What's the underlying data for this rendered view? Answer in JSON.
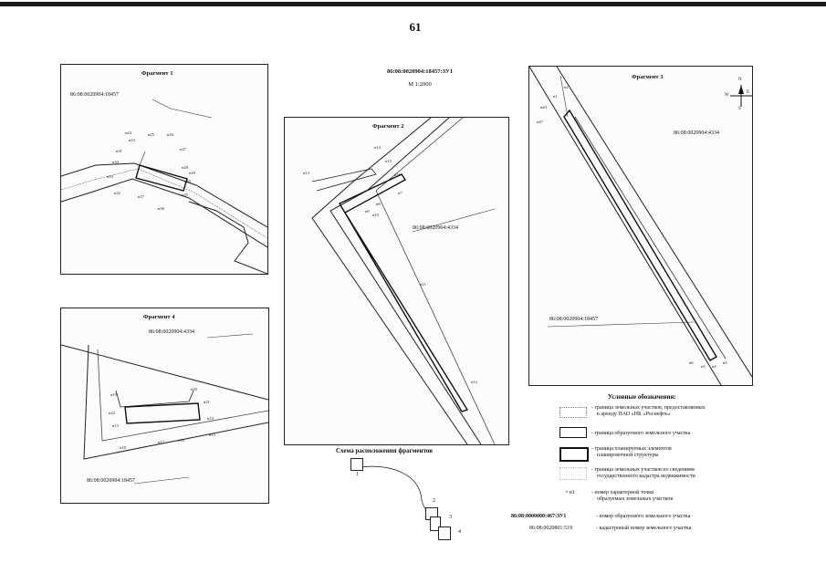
{
  "page_number": "61",
  "header": {
    "parcel_id": "86:08:0020904:18457:ЗУ1",
    "scale": "М 1:2000"
  },
  "fragments": [
    {
      "title": "Фрагмент 1",
      "cadastral": "86:08:0020904:18457",
      "points": [
        "н23",
        "н24",
        "н25",
        "н26",
        "н27",
        "н28",
        "н29",
        "н30",
        "н31",
        "н32",
        "н33",
        "н34",
        "н35",
        "н36",
        "н37"
      ]
    },
    {
      "title": "Фрагмент 2",
      "cadastral": "86:08:0020904:4334",
      "points": [
        "н10",
        "н11",
        "н12",
        "н13",
        "н14",
        "н15",
        "н16",
        "н7",
        "н8",
        "н9"
      ]
    },
    {
      "title": "Фрагмент 3",
      "cadastral_top": "86:08:0020904:4334",
      "cadastral_bottom": "86:08:0020904:18457",
      "points": [
        "н1",
        "н2",
        "н3",
        "н4",
        "н5",
        "н6",
        "н44",
        "н47"
      ],
      "compass": {
        "n": "N",
        "s": "S",
        "w": "W",
        "e": "E"
      }
    },
    {
      "title": "Фрагмент 4",
      "cadastral_top": "86:08:0020904:4334",
      "cadastral_bottom": "86:08:0020904:18457",
      "points": [
        "н19",
        "н20",
        "н21",
        "н22",
        "н13",
        "н14",
        "н15",
        "н16",
        "н17",
        "н18"
      ]
    }
  ],
  "scheme": {
    "title": "Схема расположения фрагментов",
    "labels": [
      "1",
      "2",
      "3",
      "4"
    ]
  },
  "legend": {
    "title": "Условные обозначения:",
    "items": [
      {
        "line1": "- граница земельных участков, предоставляемых",
        "line2": "в аренду ПАО «НК «Роснефть»"
      },
      {
        "line1": "- граница образуемого земельного участка",
        "line2": ""
      },
      {
        "line1": "- граница планируемых элементов",
        "line2": "планировочной структуры"
      },
      {
        "line1": "- граница земельных участков по сведениям",
        "line2": "государственного кадастра недвижимости"
      },
      {
        "symbol": "• н1",
        "line1": "- номер характерной точки",
        "line2": "образуемых земельных участков"
      },
      {
        "symbol": "86:08:0000000:467:ЗУ1",
        "line1": "- номер образуемого земельного участка",
        "line2": ""
      },
      {
        "symbol": "86:08:0020801:519",
        "line1": "- кадастровый номер земельного участка",
        "line2": ""
      }
    ]
  }
}
